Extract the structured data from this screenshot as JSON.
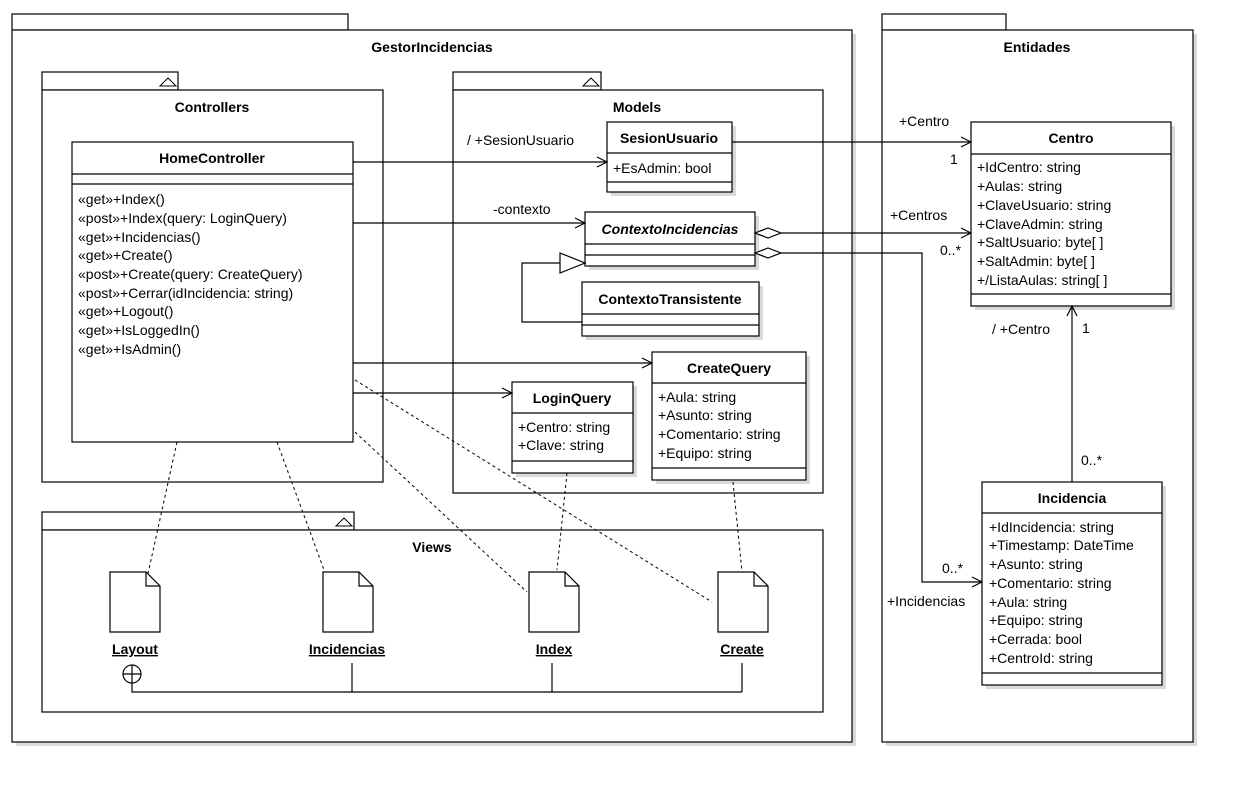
{
  "packages": {
    "gestor": "GestorIncidencias",
    "entidades": "Entidades",
    "controllers": "Controllers",
    "models": "Models",
    "views": "Views"
  },
  "classes": {
    "home_controller": {
      "name": "HomeController",
      "methods": [
        "«get»+Index()",
        "«post»+Index(query: LoginQuery)",
        "«get»+Incidencias()",
        "«get»+Create()",
        "«post»+Create(query: CreateQuery)",
        "«post»+Cerrar(idIncidencia: string)",
        "«get»+Logout()",
        "«get»+IsLoggedIn()",
        "«get»+IsAdmin()"
      ]
    },
    "sesion_usuario": {
      "name": "SesionUsuario",
      "attributes": [
        "+EsAdmin: bool"
      ]
    },
    "contexto_incidencias": {
      "name": "ContextoIncidencias"
    },
    "contexto_transistente": {
      "name": "ContextoTransistente"
    },
    "login_query": {
      "name": "LoginQuery",
      "attributes": [
        "+Centro: string",
        "+Clave: string"
      ]
    },
    "create_query": {
      "name": "CreateQuery",
      "attributes": [
        "+Aula: string",
        "+Asunto: string",
        "+Comentario: string",
        "+Equipo: string"
      ]
    },
    "centro": {
      "name": "Centro",
      "attributes": [
        "+IdCentro: string",
        "+Aulas: string",
        "+ClaveUsuario: string",
        "+ClaveAdmin: string",
        "+SaltUsuario: byte[ ]",
        "+SaltAdmin: byte[ ]",
        "+/ListaAulas: string[ ]"
      ]
    },
    "incidencia": {
      "name": "Incidencia",
      "attributes": [
        "+IdIncidencia: string",
        "+Timestamp: DateTime",
        "+Asunto: string",
        "+Comentario: string",
        "+Aula: string",
        "+Equipo: string",
        "+Cerrada: bool",
        "+CentroId: string"
      ]
    }
  },
  "views": {
    "layout": "Layout",
    "incidencias": "Incidencias",
    "index": "Index",
    "create": "Create"
  },
  "labels": {
    "sesion_usuario_role": "/ +SesionUsuario",
    "contexto_role": "-contexto",
    "centro_role": "+Centro",
    "centro_mult": "1",
    "centros_role": "+Centros",
    "centros_mult": "0..*",
    "inc_centro_role": "/ +Centro",
    "inc_centro_mult": "1",
    "inc_mult": "0..*",
    "incidencias_mult": "0..*",
    "incidencias_role": "+Incidencias"
  }
}
